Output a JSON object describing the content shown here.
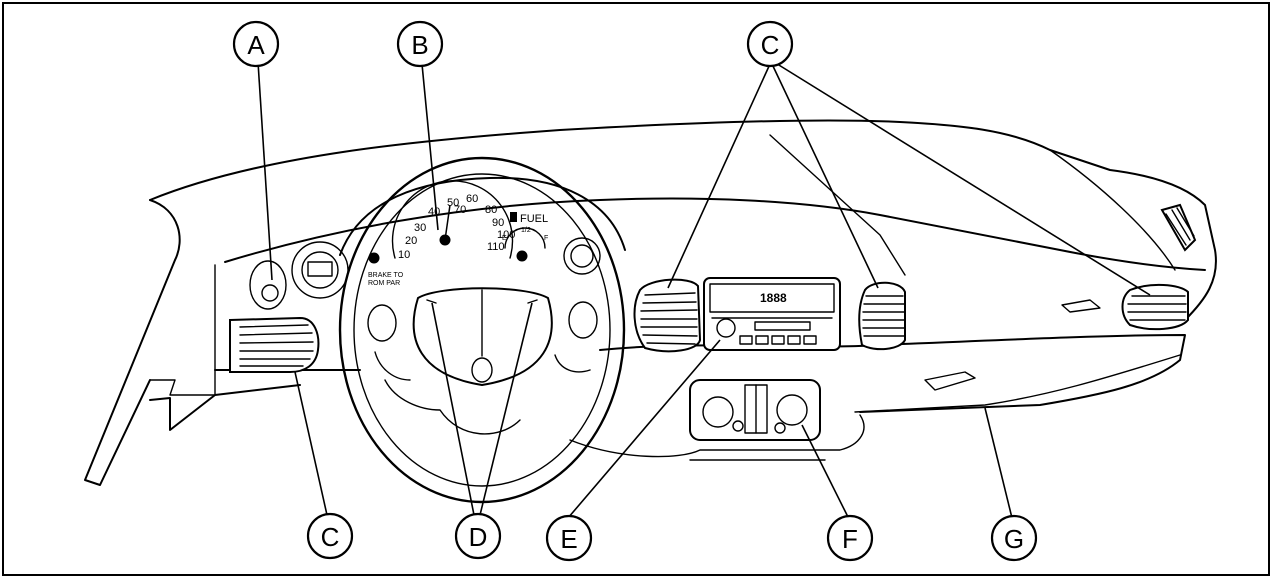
{
  "diagram": {
    "callouts": [
      {
        "id": "A-top",
        "label": "A"
      },
      {
        "id": "B-top",
        "label": "B"
      },
      {
        "id": "C-top",
        "label": "C"
      },
      {
        "id": "C-bottom",
        "label": "C"
      },
      {
        "id": "D-bottom",
        "label": "D"
      },
      {
        "id": "E-bottom",
        "label": "E"
      },
      {
        "id": "F-bottom",
        "label": "F"
      },
      {
        "id": "G-bottom",
        "label": "G"
      }
    ],
    "gauge_labels": {
      "speedo_ticks": [
        "40",
        "50",
        "60",
        "70",
        "80",
        "30",
        "90",
        "20",
        "100",
        "10",
        "110"
      ],
      "fuel_label": "FUEL",
      "fuel_half": "1/2",
      "fuel_e": "E",
      "fuel_f": "F",
      "brake_text_1": "BRAKE TO",
      "brake_text_2": "ROM PAR",
      "radio_display": "1888"
    }
  }
}
